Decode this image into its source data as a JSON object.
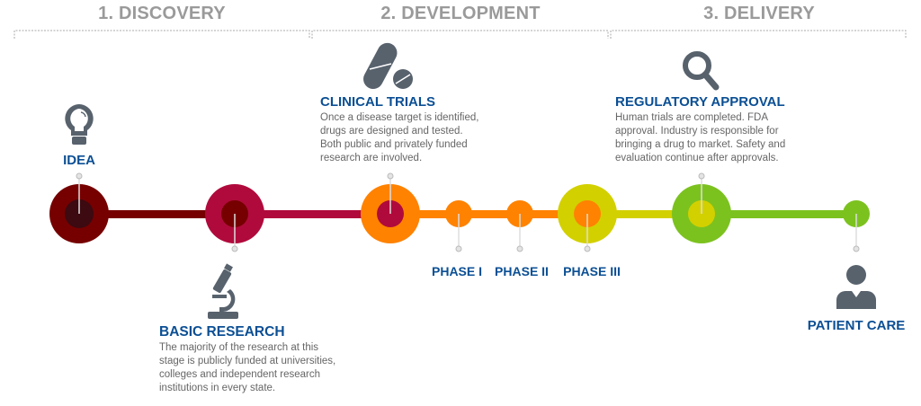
{
  "phases": [
    {
      "label": "1. DISCOVERY"
    },
    {
      "label": "2. DEVELOPMENT"
    },
    {
      "label": "3. DELIVERY"
    }
  ],
  "stages": {
    "idea": {
      "title": "IDEA",
      "icon": "lightbulb-icon"
    },
    "basic_research": {
      "title": "BASIC RESEARCH",
      "icon": "microscope-icon",
      "lines": [
        "The majority of the research at this",
        "stage is publicly funded at universities,",
        "colleges and independent research",
        "institutions in every state."
      ]
    },
    "clinical_trials": {
      "title": "CLINICAL TRIALS",
      "icon": "pills-icon",
      "lines": [
        "Once a disease target is identified,",
        "drugs are designed and tested.",
        "Both public and privately funded",
        "research are involved."
      ]
    },
    "phase1": {
      "title": "PHASE I"
    },
    "phase2": {
      "title": "PHASE II"
    },
    "phase3": {
      "title": "PHASE III"
    },
    "regulatory_approval": {
      "title": "REGULATORY APPROVAL",
      "icon": "magnifier-icon",
      "lines": [
        "Human trials are completed. FDA",
        "approval. Industry is responsible for",
        "bringing a drug to market. Safety and",
        "evaluation continue after approvals."
      ]
    },
    "patient_care": {
      "title": "PATIENT CARE",
      "icon": "person-icon"
    }
  },
  "colors": {
    "dark_red": "#760000",
    "crimson": "#b00a3c",
    "orange": "#ff8200",
    "yellow": "#d3d000",
    "green": "#7cc21f",
    "title_blue": "#0b4f94"
  }
}
